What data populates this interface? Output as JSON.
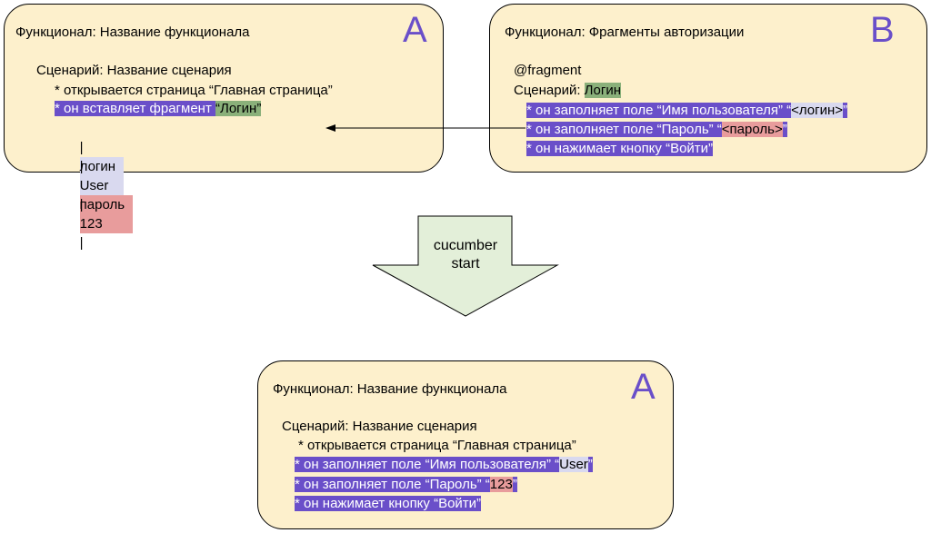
{
  "box_a": {
    "header": "Функционал: Название функционала",
    "letter": "A",
    "scenario": "Сценарий: Название сценария",
    "step1": "* открывается страница “Главная страница”",
    "step2_prefix": "* он вставляет фрагмент ",
    "step2_arg": "“Логин”",
    "table": {
      "sep": "|",
      "headers": [
        "логин",
        "пароль"
      ],
      "values": [
        "User",
        "123"
      ]
    }
  },
  "box_b": {
    "header": "Функционал: Фрагменты авторизации",
    "letter": "B",
    "tag": "@fragment",
    "scenario_prefix": "Сценарий: ",
    "scenario_name": "Логин",
    "step1_prefix": "* он заполняет поле “Имя пользователя” “",
    "step1_arg": "<логин>",
    "step1_suffix": "”",
    "step2_prefix": "* он заполняет поле “Пароль” “",
    "step2_arg": "<пароль>",
    "step2_suffix": "”",
    "step3": "* он нажимает кнопку “Войти”"
  },
  "process_arrow": {
    "line1": "cucumber",
    "line2": "start",
    "fill": "#e3efd9"
  },
  "box_result": {
    "header": "Функционал: Название функционала",
    "letter": "A",
    "scenario": "Сценарий: Название сценария",
    "step1": "* открывается страница “Главная страница”",
    "step2_prefix": "* он заполняет поле “Имя пользователя” “",
    "step2_arg": "User",
    "step2_suffix": "”",
    "step3_prefix": "* он заполняет поле “Пароль” “",
    "step3_arg": "123",
    "step3_suffix": "”",
    "step4": "* он нажимает кнопку “Войти”"
  },
  "colors": {
    "box_fill": "#fdf0cc",
    "step_highlight": "#6a4fc9",
    "fragment_name": "#8ab07a",
    "password": "#e89c9c",
    "login": "#d9d9ef",
    "letter": "#6a4fc9"
  }
}
